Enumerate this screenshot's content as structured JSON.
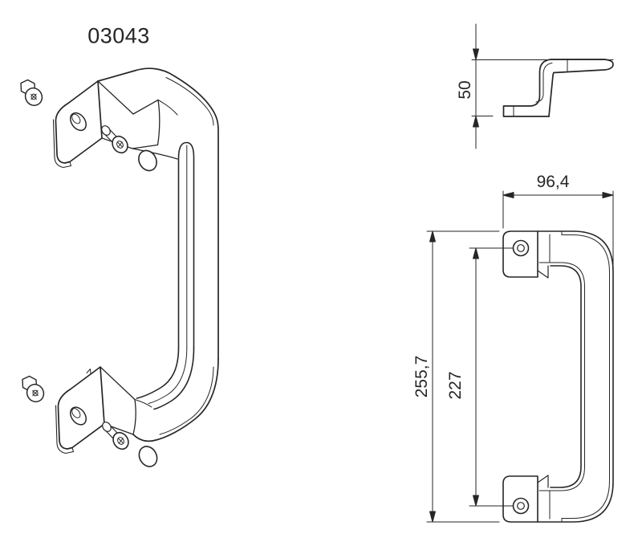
{
  "meta": {
    "background_color": "#ffffff",
    "line_color": "#262626"
  },
  "drawing": {
    "part_number": "03043",
    "side_dim_height": "50",
    "front_dim_width": "96,4",
    "front_dim_height": "255,7",
    "front_dim_hole_spacing": "227"
  }
}
